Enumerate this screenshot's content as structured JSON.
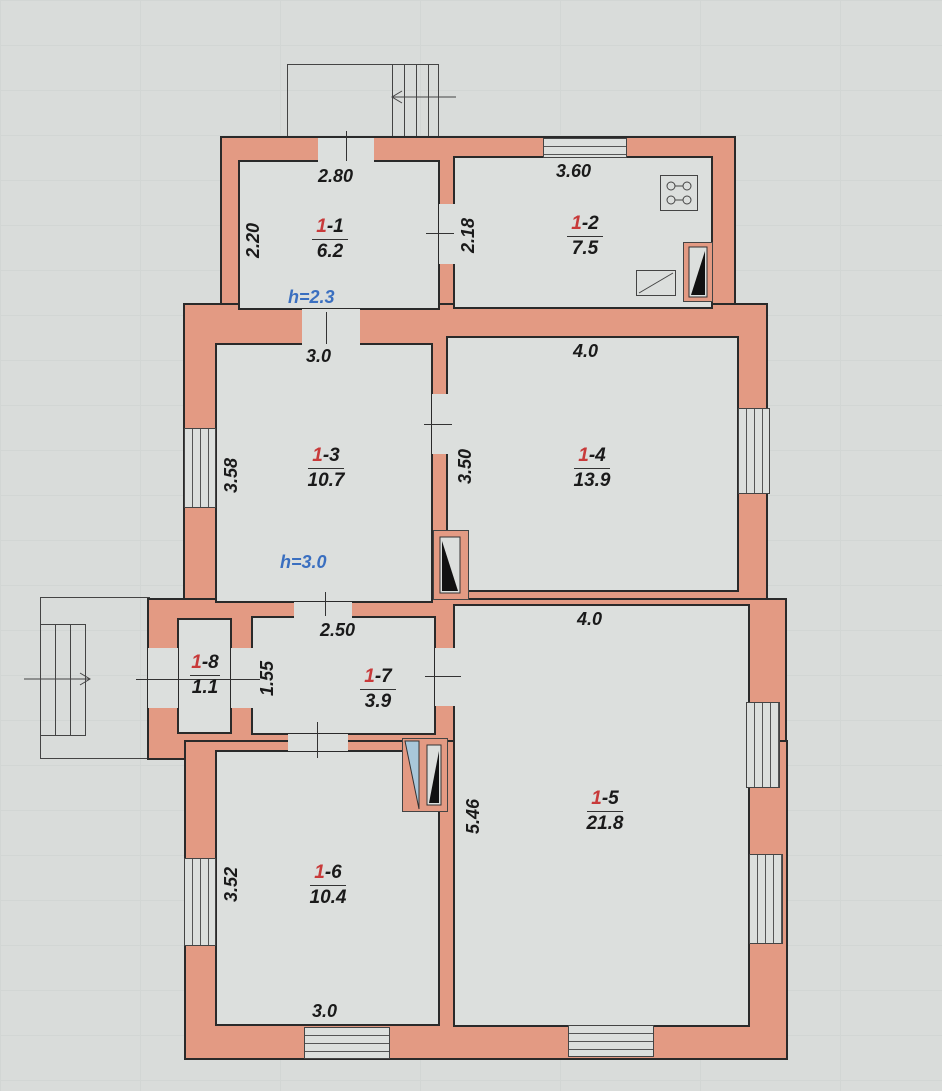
{
  "plan": {
    "colors": {
      "wall": "#e39a83",
      "room": "#dcdfdd",
      "room_number": "#c83a3a",
      "height_label": "#3a6fc0",
      "stair_blue": "#a9c7da"
    },
    "rooms": [
      {
        "id": "1-1",
        "prefix": "1",
        "suffix": "-1",
        "area": "6.2"
      },
      {
        "id": "1-2",
        "prefix": "1",
        "suffix": "-2",
        "area": "7.5"
      },
      {
        "id": "1-3",
        "prefix": "1",
        "suffix": "-3",
        "area": "10.7"
      },
      {
        "id": "1-4",
        "prefix": "1",
        "suffix": "-4",
        "area": "13.9"
      },
      {
        "id": "1-5",
        "prefix": "1",
        "suffix": "-5",
        "area": "21.8"
      },
      {
        "id": "1-6",
        "prefix": "1",
        "suffix": "-6",
        "area": "10.4"
      },
      {
        "id": "1-7",
        "prefix": "1",
        "suffix": "-7",
        "area": "3.9"
      },
      {
        "id": "1-8",
        "prefix": "1",
        "suffix": "-8",
        "area": "1.1"
      }
    ],
    "dimensions": {
      "r1_width": "2.80",
      "r1_height": "2.20",
      "r2_width": "3.60",
      "r2_height": "2.18",
      "r3_width": "3.0",
      "r3_height": "3.58",
      "r4_width": "4.0",
      "r4_height": "3.50",
      "r5_width": "4.0",
      "r5_height": "5.46",
      "r6_width": "3.0",
      "r6_height": "3.52",
      "r7_width": "2.50",
      "r7_height": "1.55"
    },
    "heights": {
      "upper": "h=2.3",
      "main": "h=3.0"
    },
    "icons": [
      "stove-icon",
      "sink-icon",
      "chimney-icon",
      "entrance-arrow-icon",
      "stairs-icon"
    ]
  }
}
